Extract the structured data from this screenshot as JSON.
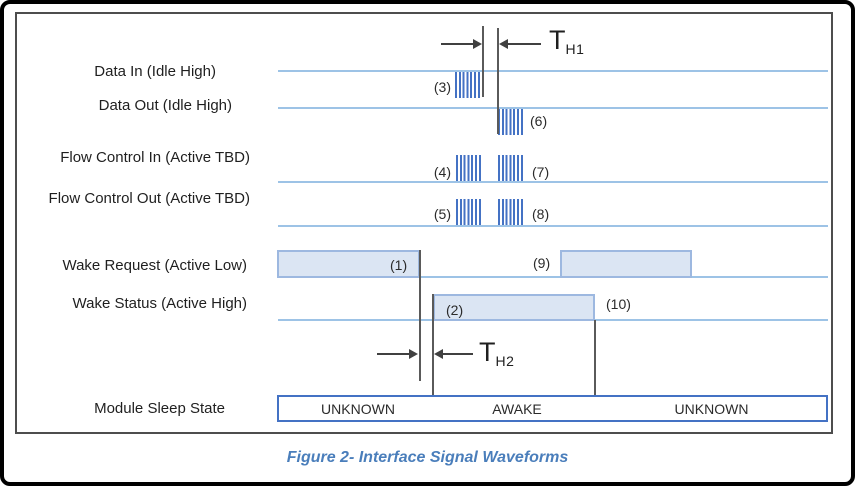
{
  "caption": "Figure 2- Interface Signal Waveforms",
  "signals": [
    {
      "label": "Data In (Idle High)"
    },
    {
      "label": "Data Out (Idle High)"
    },
    {
      "label": "Flow Control In (Active TBD)"
    },
    {
      "label": "Flow Control Out (Active TBD)"
    },
    {
      "label": "Wake Request (Active Low)"
    },
    {
      "label": "Wake Status (Active High)"
    },
    {
      "label": "Module Sleep State"
    }
  ],
  "markers": {
    "m1": "(1)",
    "m2": "(2)",
    "m3": "(3)",
    "m4": "(4)",
    "m5": "(5)",
    "m6": "(6)",
    "m7": "(7)",
    "m8": "(8)",
    "m9": "(9)",
    "m10": "(10)"
  },
  "timing_labels": {
    "th1": {
      "base": "T",
      "sub": "H1"
    },
    "th2": {
      "base": "T",
      "sub": "H2"
    }
  },
  "sleep_states": [
    "UNKNOWN",
    "AWAKE",
    "UNKNOWN"
  ],
  "colors": {
    "baseline": "#9dc3e6",
    "burst_hatch": "#4472c4",
    "pulse_fill": "#dbe5f3",
    "pulse_border": "#9db8e0",
    "guide_line": "#5a5a5a",
    "figure_border": "#4d4d4d",
    "state_box_border": "#4472c4",
    "caption_text": "#4a7ebb",
    "outer_frame": "#000000"
  }
}
